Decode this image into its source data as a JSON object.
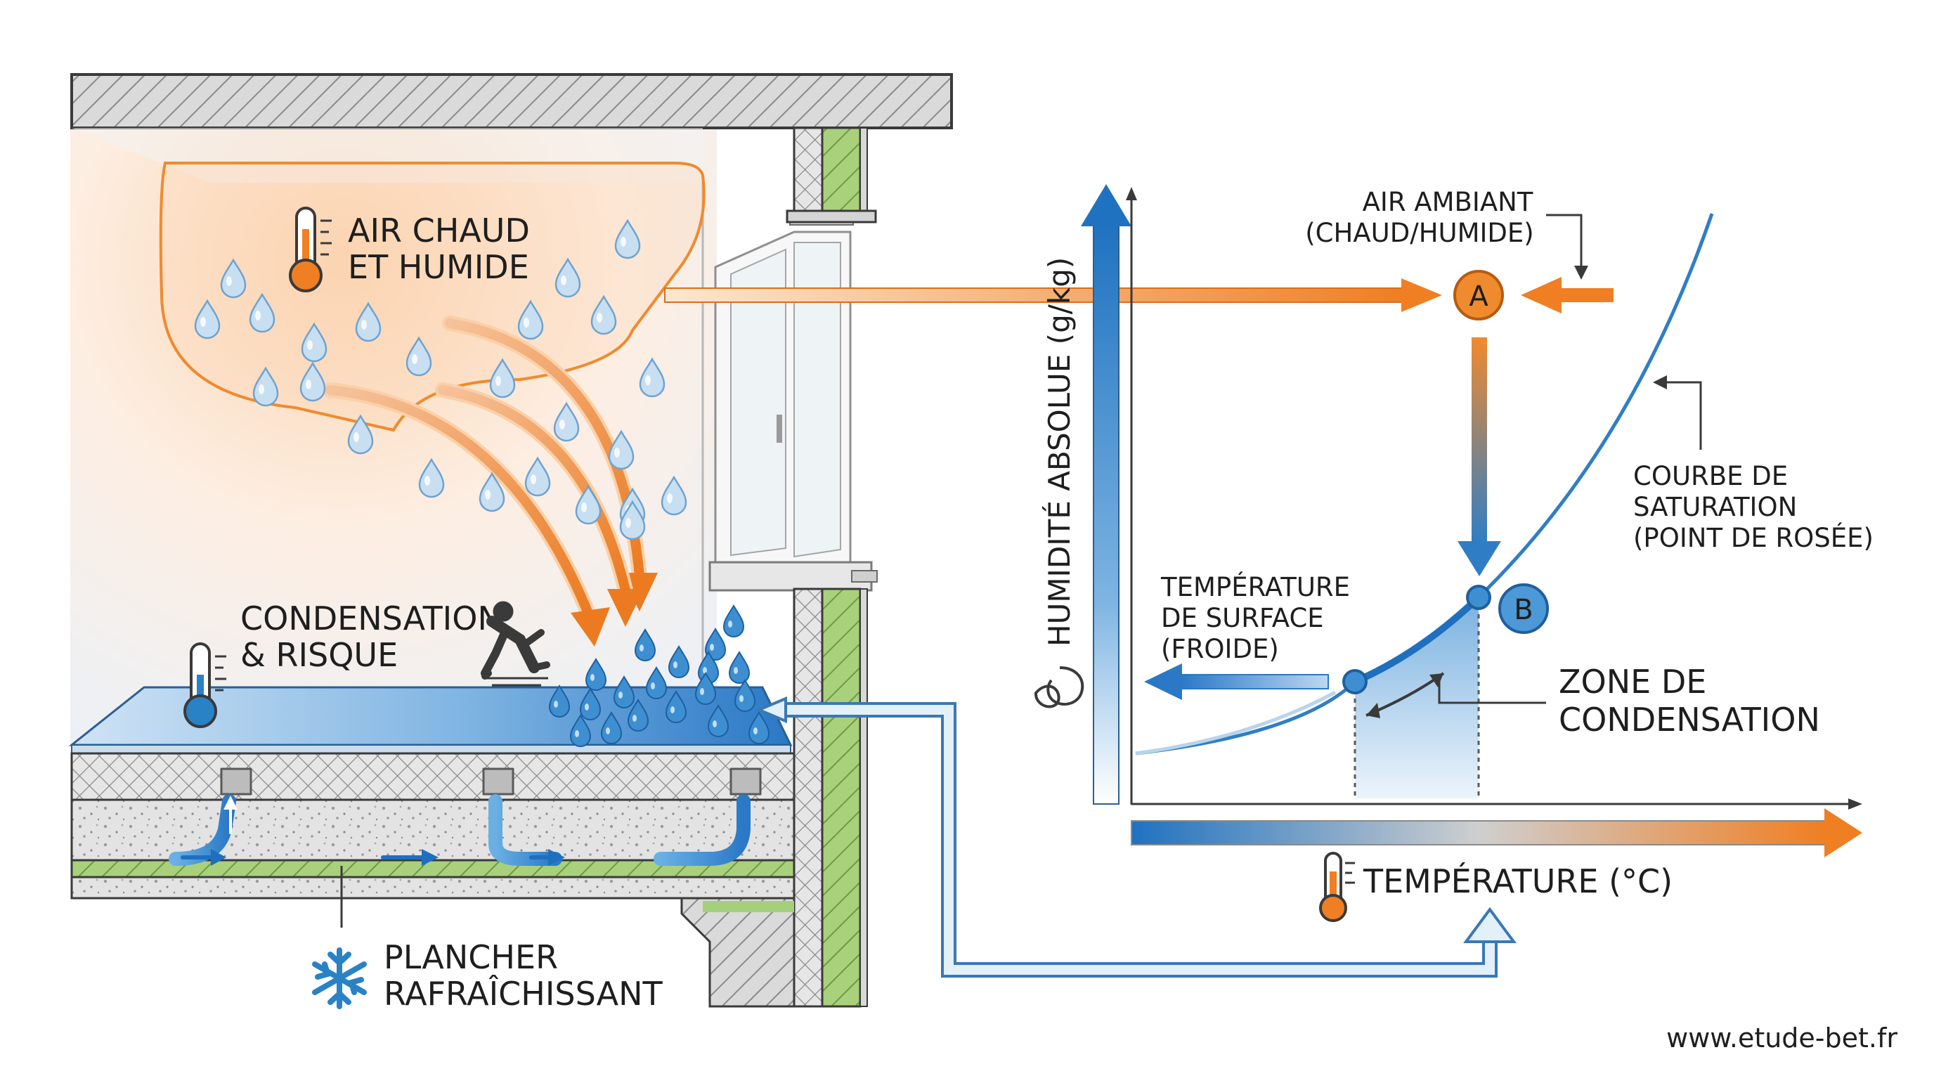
{
  "room": {
    "warm_air": [
      "AIR CHAUD",
      "ET HUMIDE"
    ],
    "condensation": [
      "CONDENSATION",
      "& RISQUE"
    ],
    "floor": [
      "PLANCHER",
      "RAFRAÎCHISSANT"
    ]
  },
  "graph": {
    "y_axis": "HUMIDITÉ ABSOLUE (g/kg)",
    "x_axis": "TEMPÉRATURE (°C)",
    "ambient": [
      "AIR AMBIANT",
      "(CHAUD/HUMIDE)"
    ],
    "point_a": "A",
    "point_b": "B",
    "saturation": [
      "COURBE DE",
      "SATURATION",
      "(POINT DE ROSÉE)"
    ],
    "surface": [
      "TEMPÉRATURE",
      "DE SURFACE",
      "(FROIDE)"
    ],
    "zone": [
      "ZONE DE",
      "CONDENSATION"
    ]
  },
  "colors": {
    "warm": "#f08a2e",
    "cold": "#2a82c6",
    "insulation": "#a6cf7a",
    "outline": "#3a3a3a"
  },
  "icons": [
    "thermometer-hot-icon",
    "thermometer-cold-icon",
    "slipping-person-icon",
    "snowflake-icon",
    "water-drop-icon",
    "thermometer-icon"
  ],
  "footer": {
    "website": "www.etude-bet.fr"
  }
}
